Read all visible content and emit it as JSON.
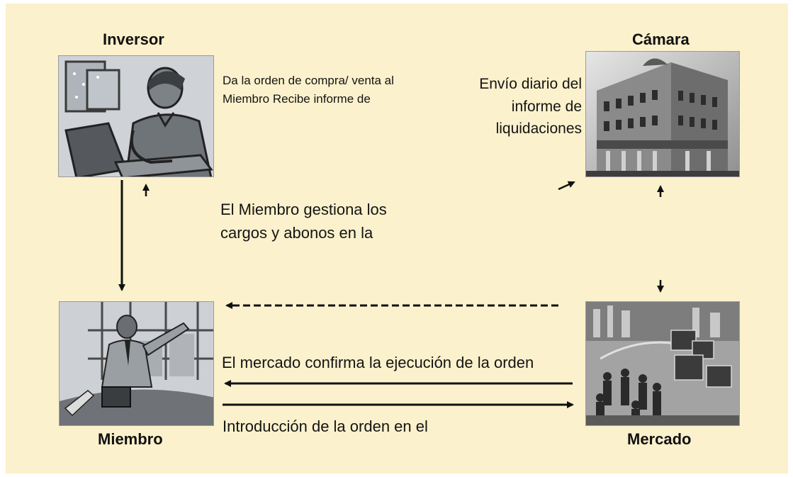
{
  "nodes": {
    "inversor": {
      "title": "Inversor",
      "icon": "investor-at-computer-icon"
    },
    "camara": {
      "title": "Cámara",
      "icon": "clearing-house-building-icon"
    },
    "miembro": {
      "title": "Miembro",
      "icon": "broker-presenting-icon"
    },
    "mercado": {
      "title": "Mercado",
      "icon": "stock-exchange-crowd-icon"
    }
  },
  "labels": {
    "inversor_note": "Da la orden de compra/ venta al Miembro Recibe informe de",
    "camara_note": "Envío diario del informe de liquidaciones",
    "miembro_note": "El Miembro gestiona los cargos y abonos en la",
    "mercado_confirm": "El mercado confirma la ejecución de la orden",
    "order_entry": "Introducción de la orden en el"
  },
  "colors": {
    "background": "#fbf1cc",
    "text": "#141414",
    "arrow": "#111111"
  }
}
